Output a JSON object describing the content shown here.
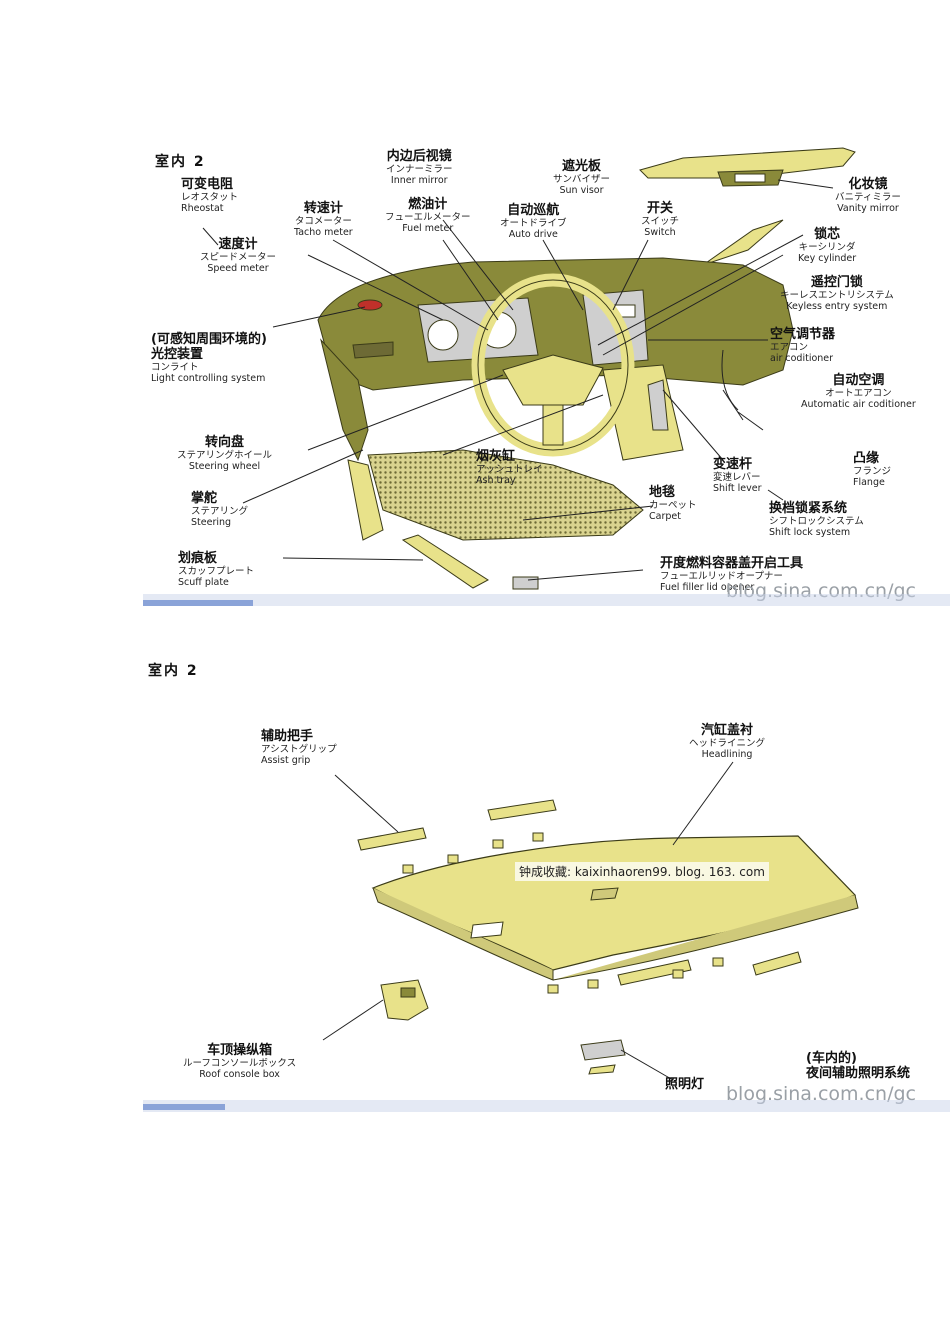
{
  "panel1": {
    "section_title": "室内 2",
    "watermark": "blog.sina.com.cn/gc",
    "labels": {
      "rheostat": {
        "zh": "可变电阻",
        "ja": "レオスタット",
        "en": "Rheostat"
      },
      "speed_meter": {
        "zh": "速度计",
        "ja": "スピードメーター",
        "en": "Speed meter"
      },
      "tacho_meter": {
        "zh": "转速计",
        "ja": "タコメーター",
        "en": "Tacho meter"
      },
      "inner_mirror": {
        "zh": "内边后视镜",
        "ja": "インナーミラー",
        "en": "Inner mirror"
      },
      "fuel_meter": {
        "zh": "燃油计",
        "ja": "フューエルメーター",
        "en": "Fuel meter"
      },
      "sun_visor": {
        "zh": "遮光板",
        "ja": "サンバイザー",
        "en": "Sun visor"
      },
      "auto_drive": {
        "zh": "自动巡航",
        "ja": "オートドライブ",
        "en": "Auto drive"
      },
      "switch": {
        "zh": "开关",
        "ja": "スイッチ",
        "en": "Switch"
      },
      "vanity_mirror": {
        "zh": "化妆镜",
        "ja": "バニティミラー",
        "en": "Vanity mirror"
      },
      "key_cylinder": {
        "zh": "锁芯",
        "ja": "キーシリンダ",
        "en": "Key cylinder"
      },
      "keyless_entry": {
        "zh": "遥控门锁",
        "ja": "キーレスエントリシステム",
        "en": "Keyless entry system"
      },
      "air_conditioner": {
        "zh": "空气调节器",
        "ja": "エアコン",
        "en": "air coditioner"
      },
      "auto_air": {
        "zh": "自动空调",
        "ja": "オートエアコン",
        "en": "Automatic air coditioner"
      },
      "light_control": {
        "zh": "(可感知周围环境的)",
        "zh2": "光控装置",
        "ja": "コンライト",
        "en": "Light controlling system"
      },
      "steering_wheel": {
        "zh": "转向盘",
        "ja": "ステアリングホイール",
        "en": "Steering wheel"
      },
      "steering": {
        "zh": "掌舵",
        "ja": "ステアリング",
        "en": "Steering"
      },
      "ash_tray": {
        "zh": "烟灰缸",
        "ja": "アッシュトレイ",
        "en": "Ash tray"
      },
      "carpet": {
        "zh": "地毯",
        "ja": "カーペット",
        "en": "Carpet"
      },
      "shift_lever": {
        "zh": "变速杆",
        "ja": "変速レバー",
        "en": "Shift lever"
      },
      "flange": {
        "zh": "凸缘",
        "ja": "フランジ",
        "en": "Flange"
      },
      "shift_lock": {
        "zh": "换档锁紧系统",
        "ja": "シフトロックシステム",
        "en": "Shift lock system"
      },
      "scuff_plate": {
        "zh": "划痕板",
        "ja": "スカッフプレート",
        "en": "Scuff plate"
      },
      "fuel_lid_opener": {
        "zh": "开度燃料容器盖开启工具",
        "ja": "フューエルリッドオープナー",
        "en": "Fuel filler lid opener"
      }
    }
  },
  "panel2": {
    "section_title": "室内 2",
    "watermark": "blog.sina.com.cn/gc",
    "watermark2": "钟成收藏: kaixinhaoren99. blog. 163. com",
    "labels": {
      "assist_grip": {
        "zh": "辅助把手",
        "ja": "アシストグリップ",
        "en": "Assist grip"
      },
      "headlining": {
        "zh": "汽缸盖衬",
        "ja": "ヘッドライニング",
        "en": "Headlining"
      },
      "roof_console": {
        "zh": "车顶操纵箱",
        "ja": "ルーフコンソールボックス",
        "en": "Roof console box"
      },
      "lighting_lamp": {
        "zh": "照明灯"
      },
      "night_aux_light": {
        "zh": "(车内的)",
        "zh2": "夜间辅助照明系统"
      }
    }
  },
  "colors": {
    "dash_dark": "#8a8a3a",
    "dash_light": "#e8e28a",
    "carpet": "#b7b06a",
    "stroke": "#3b3b18"
  }
}
